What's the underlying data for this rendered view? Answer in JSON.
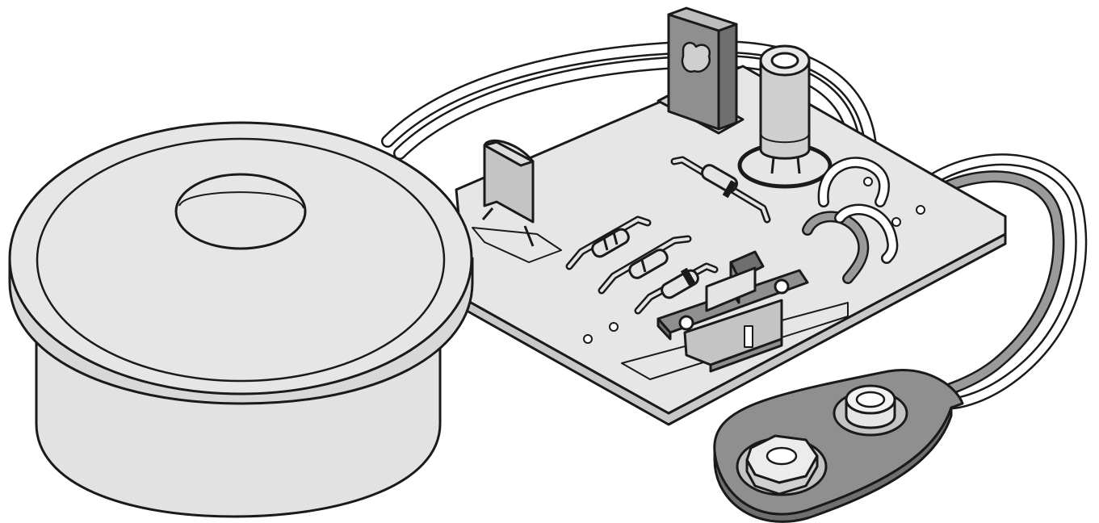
{
  "colors": {
    "background": "#ffffff",
    "outline": "#1a1a1a",
    "light_fill": "#e4e4e4",
    "mid_fill": "#c4c4c4",
    "dark_fill": "#8f8f8f",
    "shadow_fill": "#6f6f6f"
  },
  "components": [
    {
      "id": "speaker",
      "icon": "speaker-icon"
    },
    {
      "id": "circuit-board",
      "icon": "pcb-icon"
    },
    {
      "id": "transistor",
      "icon": "transistor-icon"
    },
    {
      "id": "electrolytic-capacitor",
      "icon": "capacitor-icon"
    },
    {
      "id": "film-capacitor",
      "icon": "capacitor-icon"
    },
    {
      "id": "resistor",
      "icon": "resistor-icon"
    },
    {
      "id": "diode",
      "icon": "diode-icon"
    },
    {
      "id": "slide-switch",
      "icon": "switch-icon"
    },
    {
      "id": "battery-snap",
      "icon": "battery-connector-icon"
    },
    {
      "id": "speaker-wires",
      "icon": "wire-icon"
    },
    {
      "id": "battery-wires",
      "icon": "wire-icon"
    }
  ]
}
